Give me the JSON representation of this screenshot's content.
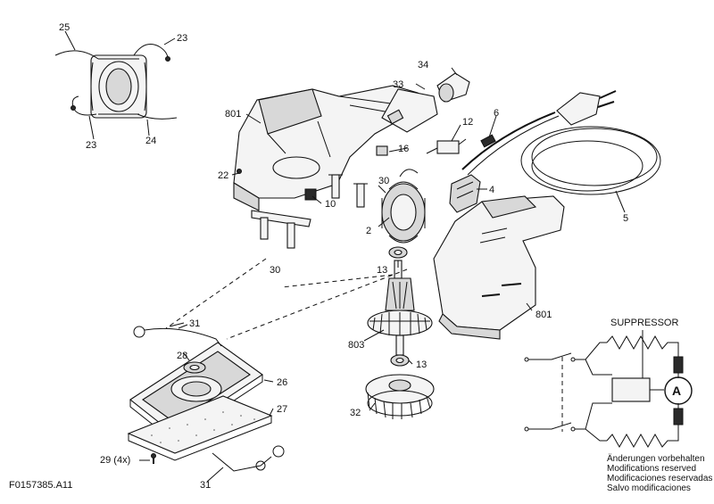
{
  "drawing_code": "F0157385.A11",
  "parts": {
    "p2": "2",
    "p4": "4",
    "p5": "5",
    "p6": "6",
    "p10": "10",
    "p12": "12",
    "p13a": "13",
    "p13b": "13",
    "p16": "16",
    "p22": "22",
    "p23a": "23",
    "p23b": "23",
    "p24": "24",
    "p25": "25",
    "p26": "26",
    "p27": "27",
    "p28": "28",
    "p29": "29 (4x)",
    "p30a": "30",
    "p30b": "30",
    "p31a": "31",
    "p31b": "31",
    "p32": "32",
    "p33": "33",
    "p34": "34",
    "p801a": "801",
    "p801b": "801",
    "p803": "803"
  },
  "circuit": {
    "title": "SUPPRESSOR",
    "motor_symbol": "A"
  },
  "notice": [
    "Änderungen vorbehalten",
    "Modifications reserved",
    "Modificaciones reservadas",
    "Salvo modificaciones"
  ]
}
